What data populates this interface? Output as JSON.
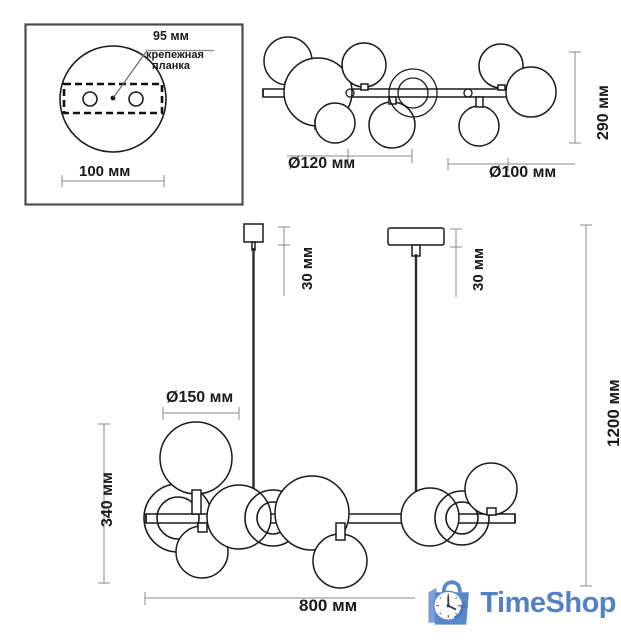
{
  "page": {
    "title": "Chandelier technical dimension drawing",
    "background_color": "#ffffff",
    "line_color": "#1a1a1a",
    "dim_line_color": "#7a7a7a"
  },
  "detail_box": {
    "name": "ceiling-mount-detail",
    "border_color": "#4d4d4d",
    "callout_dimension": "95 мм",
    "callout_label_line1": "крепежная",
    "callout_label_line2": "планка",
    "base_diameter": "100 мм"
  },
  "top_view": {
    "name": "flush-mount-elevation",
    "height_dimension": "290 мм",
    "large_globe_dimension": "Ø120 мм",
    "small_globe_dimension": "Ø100 мм"
  },
  "pendant_left": {
    "name": "pendant-square-canopy",
    "canopy_height": "30 мм"
  },
  "pendant_right": {
    "name": "pendant-round-canopy",
    "canopy_height": "30 мм"
  },
  "main_view": {
    "name": "chandelier-elevation",
    "total_height": "1200 мм",
    "fixture_height": "340 мм",
    "globe_diameter": "Ø150 мм",
    "total_width": "800 мм"
  },
  "watermark": {
    "name": "timeshop-logo",
    "brand": "TimeShop",
    "brand_color": "#5481c4",
    "bag_color": "#5a87cc",
    "bag_side_color": "#7ba0d8",
    "clock_face_color": "#ffffff",
    "arrow_color": "#4a79be"
  }
}
